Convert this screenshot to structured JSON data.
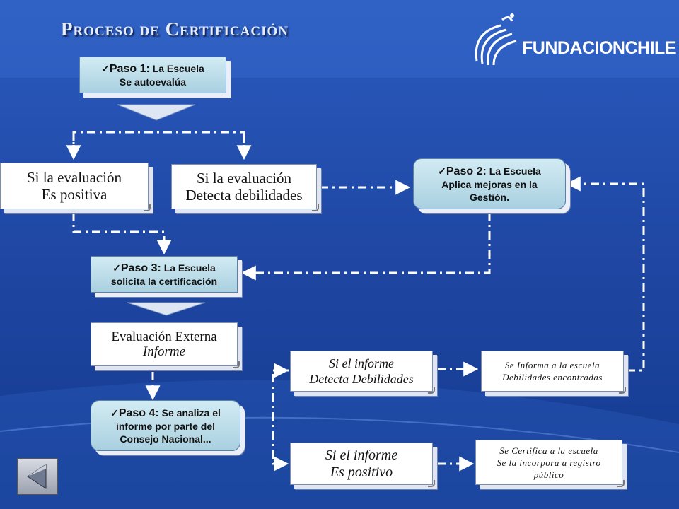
{
  "title": "Proceso de Certificación",
  "logo": {
    "text": "FUNDACIONCHILE",
    "icon": "globe-swirl-logo"
  },
  "colors": {
    "background": "#1f4aa6",
    "step_box": "#b9dcea",
    "card": "#ffffff",
    "connector": "#ffffff"
  },
  "steps": {
    "paso1": {
      "label": "Paso 1:",
      "line1": "La Escuela",
      "line2": "Se autoevalúa"
    },
    "paso2": {
      "label": "Paso 2:",
      "line1": "La Escuela",
      "line2": "Aplica mejoras en la",
      "line3": "Gestión."
    },
    "paso3": {
      "label": "Paso 3:",
      "line1": "La Escuela",
      "line2": "solicita la certificación"
    },
    "paso4": {
      "label": "Paso 4:",
      "line1": "Se analiza el",
      "line2": "informe por parte del",
      "line3": "Consejo Nacional..."
    }
  },
  "cards": {
    "positiva": {
      "line1": "Si la evaluación",
      "line2": "Es positiva"
    },
    "debilidades": {
      "line1": "Si la evaluación",
      "line2": "Detecta debilidades"
    },
    "externa": {
      "line1": "Evaluación Externa",
      "line2": "Informe"
    },
    "informe_debil": {
      "line1": "Si el informe",
      "line2": "Detecta Debilidades"
    },
    "informe_pos": {
      "line1": "Si el informe",
      "line2": "Es positivo"
    },
    "se_informa": {
      "line1": "Se Informa a la escuela",
      "line2": "Debilidades encontradas"
    },
    "se_certifica": {
      "line1": "Se Certifica a la escuela",
      "line2": "Se la incorpora a registro",
      "line3": "público"
    }
  },
  "nav": {
    "icon": "back-arrow-icon"
  }
}
